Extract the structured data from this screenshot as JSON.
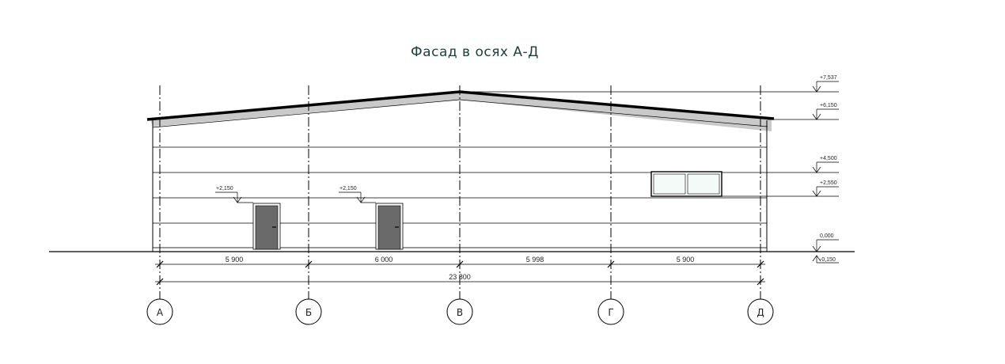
{
  "title": "Фасад в осях А-Д",
  "elevations": {
    "ridge": "+7,537",
    "eave": "+6,150",
    "band_top": "+4,500",
    "window_bottom": "+2,550",
    "ground": "0,000",
    "base": "-0,150",
    "door_left": "+2,150",
    "door_right": "+2,150"
  },
  "dimensions": {
    "spans": [
      "5 900",
      "6 000",
      "5 998",
      "5 900"
    ],
    "total": "23 800"
  },
  "axes": [
    "А",
    "Б",
    "В",
    "Г",
    "Д"
  ],
  "colors": {
    "roof_fill": "#c9c9c9",
    "door_fill": "#6a6a6a",
    "window_fill": "#f3faf8"
  }
}
